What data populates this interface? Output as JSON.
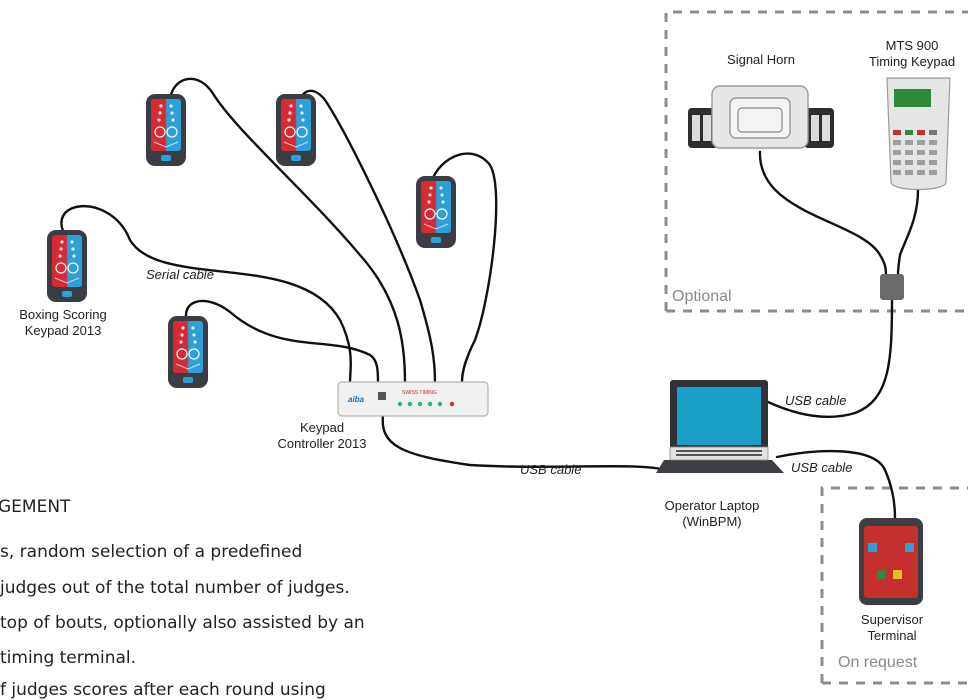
{
  "labels": {
    "signal_horn": "Signal Horn",
    "mts_line1": "MTS 900",
    "mts_line2": "Timing Keypad",
    "optional": "Optional",
    "serial_cable": "Serial cable",
    "boxing_line1": "Boxing Scoring",
    "boxing_line2": "Keypad 2013",
    "controller_line1": "Keypad",
    "controller_line2": "Controller 2013",
    "usb_cable_controller": "USB cable",
    "usb_cable_top": "USB cable",
    "usb_cable_right": "USB cable",
    "laptop_line1": "Operator Laptop",
    "laptop_line2": "(WinBPM)",
    "supervisor_line1": "Supervisor",
    "supervisor_line2": "Terminal",
    "on_request": "On request",
    "aiba_logo": "aiba",
    "swiss_timing_logo": "SWISS TIMING"
  },
  "body_text": [
    "GEMENT",
    "s, random selection of a predefined",
    "judges out of the total number of judges.",
    "top of bouts, optionally also assisted by an",
    "timing terminal.",
    "f judges scores after each round using"
  ],
  "colors": {
    "keypad_red": "#d62a35",
    "keypad_blue": "#2f9fd8",
    "keypad_shell": "#3a3e44",
    "cable": "#111111",
    "dashed_box": "#8c8c8c",
    "laptop_screen": "#1aa0c8",
    "mts_display": "#2d8a3a"
  },
  "icons": [
    "scoring-keypad-icon",
    "keypad-controller-icon",
    "signal-horn-icon",
    "timing-keypad-icon",
    "splitter-icon",
    "laptop-icon",
    "supervisor-terminal-icon"
  ]
}
